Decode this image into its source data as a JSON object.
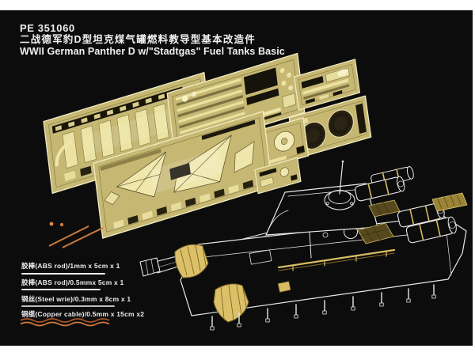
{
  "panel": {
    "background": "#0c0c0c",
    "frame_color": "#ffffff"
  },
  "header": {
    "product_code": "PE 351060",
    "title_zh": "二战德军豹D型坦克煤气罐燃料教导型基本改造件",
    "title_en": "WWII German Panther D  w/\"Stadtgas\" Fuel Tanks  Basic"
  },
  "materials": [
    {
      "label": "胶棒(ABS rod)/1mm x 5cm x 1",
      "sample": "white-rod-thick",
      "sample_color": "#f2f2f2"
    },
    {
      "label": "胶棒(ABS rod)/0.5mmx 5cm x 1",
      "sample": "white-rod-thin",
      "sample_color": "#e4e4e4"
    },
    {
      "label": "钢丝(Steel wrie)/0.3mm x 8cm x 1",
      "sample": "steel-wire",
      "sample_color": "#bfbfbf"
    },
    {
      "label": "铜缆(Copper cable)/0.5mm x 15cm x2",
      "sample": "copper-cable-wavy",
      "sample_color": "#c8773a"
    }
  ],
  "artwork": {
    "subject": "photo-etch fret sheets and Panther Ausf.D line drawing with Stadtgas fuel tank cylinders",
    "pe_fret_color": "#c6b873",
    "pe_fret_bright": "#f0e7ad",
    "line_art_color": "#e9e9e9",
    "brass_accent": "#d9bc62",
    "copper_accent": "#c8773a"
  }
}
